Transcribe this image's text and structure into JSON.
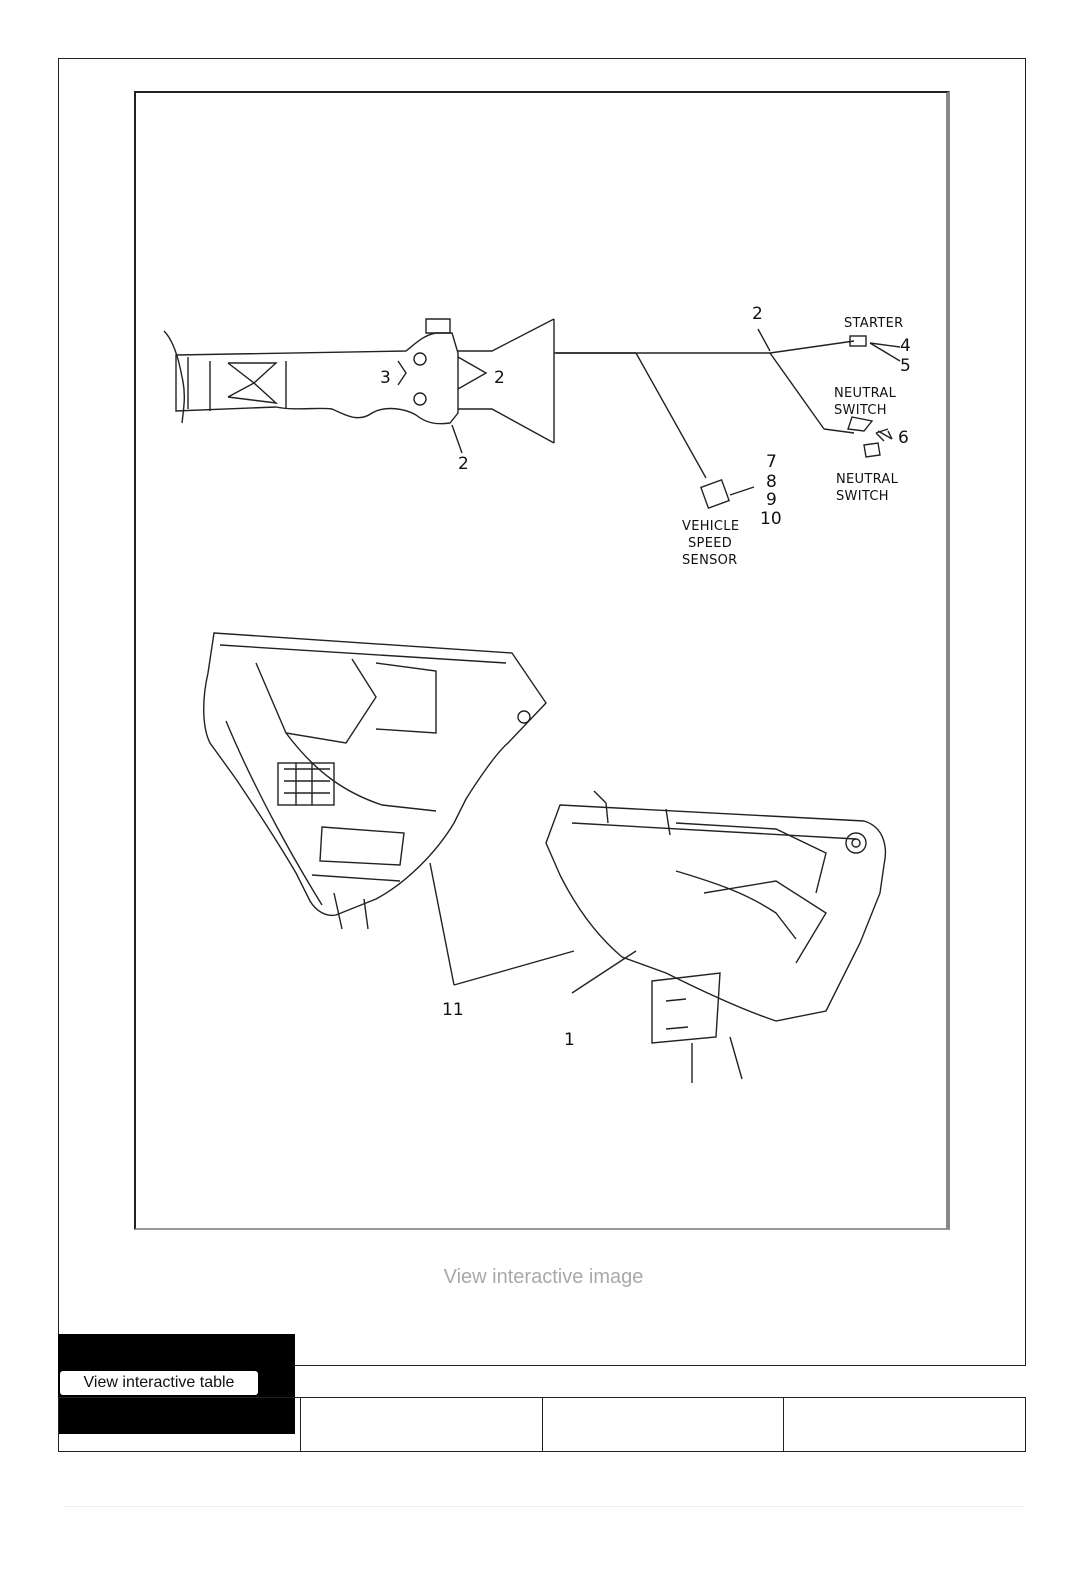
{
  "figure": {
    "callouts": {
      "n1": "1",
      "n2a": "2",
      "n2b": "2",
      "n2c": "2",
      "n3": "3",
      "n4": "4",
      "n5": "5",
      "n6": "6",
      "n7": "7",
      "n8": "8",
      "n9": "9",
      "n10": "10",
      "n11": "11"
    },
    "labels": {
      "starter": "STARTER",
      "neutral_switch_top": [
        "NEUTRAL",
        "SWITCH"
      ],
      "neutral_switch_bottom": [
        "NEUTRAL",
        "SWITCH"
      ],
      "vehicle_speed_sensor": [
        "VEHICLE",
        "SPEED",
        "SENSOR"
      ]
    }
  },
  "links": {
    "view_image": "View interactive image",
    "view_table": "View interactive table"
  },
  "table": {
    "cells": [
      "",
      "",
      "",
      ""
    ]
  }
}
